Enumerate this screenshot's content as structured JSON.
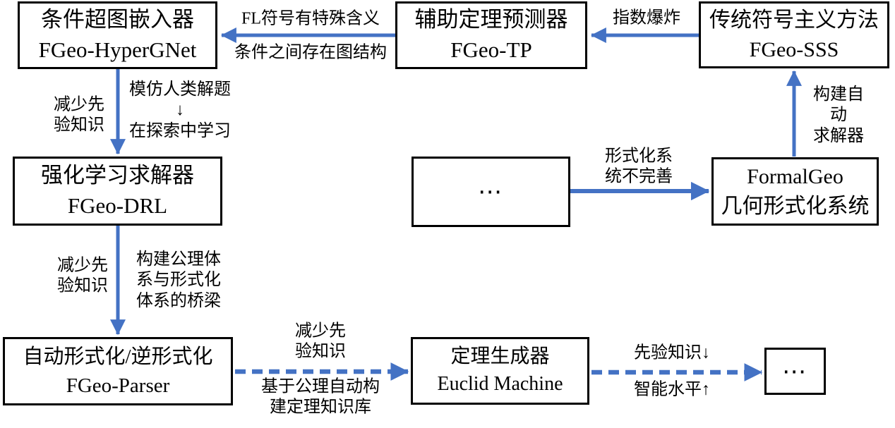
{
  "colors": {
    "arrow_blue": "#4472C4",
    "box_border": "#000000",
    "text": "#000000",
    "background": "#ffffff"
  },
  "nodes": {
    "hypergnet": {
      "line1": "条件超图嵌入器",
      "line2": "FGeo-HyperGNet"
    },
    "tp": {
      "line1": "辅助定理预测器",
      "line2": "FGeo-TP"
    },
    "sss": {
      "line1": "传统符号主义方法",
      "line2": "FGeo-SSS"
    },
    "drl": {
      "line1": "强化学习求解器",
      "line2": "FGeo-DRL"
    },
    "dots_mid": {
      "line1": "⋯"
    },
    "formalgeo": {
      "line1": "FormalGeo",
      "line2": "几何形式化系统"
    },
    "parser": {
      "line1": "自动形式化/逆形式化",
      "line2": "FGeo-Parser"
    },
    "euclid": {
      "line1": "定理生成器",
      "line2": "Euclid Machine"
    },
    "dots_end": {
      "line1": "⋯"
    }
  },
  "edge_labels": {
    "fl_symbols": "FL符号有特殊含义",
    "graph_structure": "条件之间存在图结构",
    "exponential_explosion": "指数爆炸",
    "reduce_prior_1": "减少先\n验知识",
    "imitate_human": "模仿人类解题\n↓\n在探索中学习",
    "build_solver": "构建自动\n求解器",
    "formal_system_incomplete": "形式化系\n统不完善",
    "reduce_prior_2": "减少先\n验知识",
    "bridge_axiom": "构建公理体\n系与形式化\n体系的桥梁",
    "reduce_prior_3": "减少先\n验知识",
    "theorem_kb": "基于公理自动构\n建定理知识库",
    "prior_down": "先验知识↓",
    "intelligence_up": "智能水平↑"
  }
}
